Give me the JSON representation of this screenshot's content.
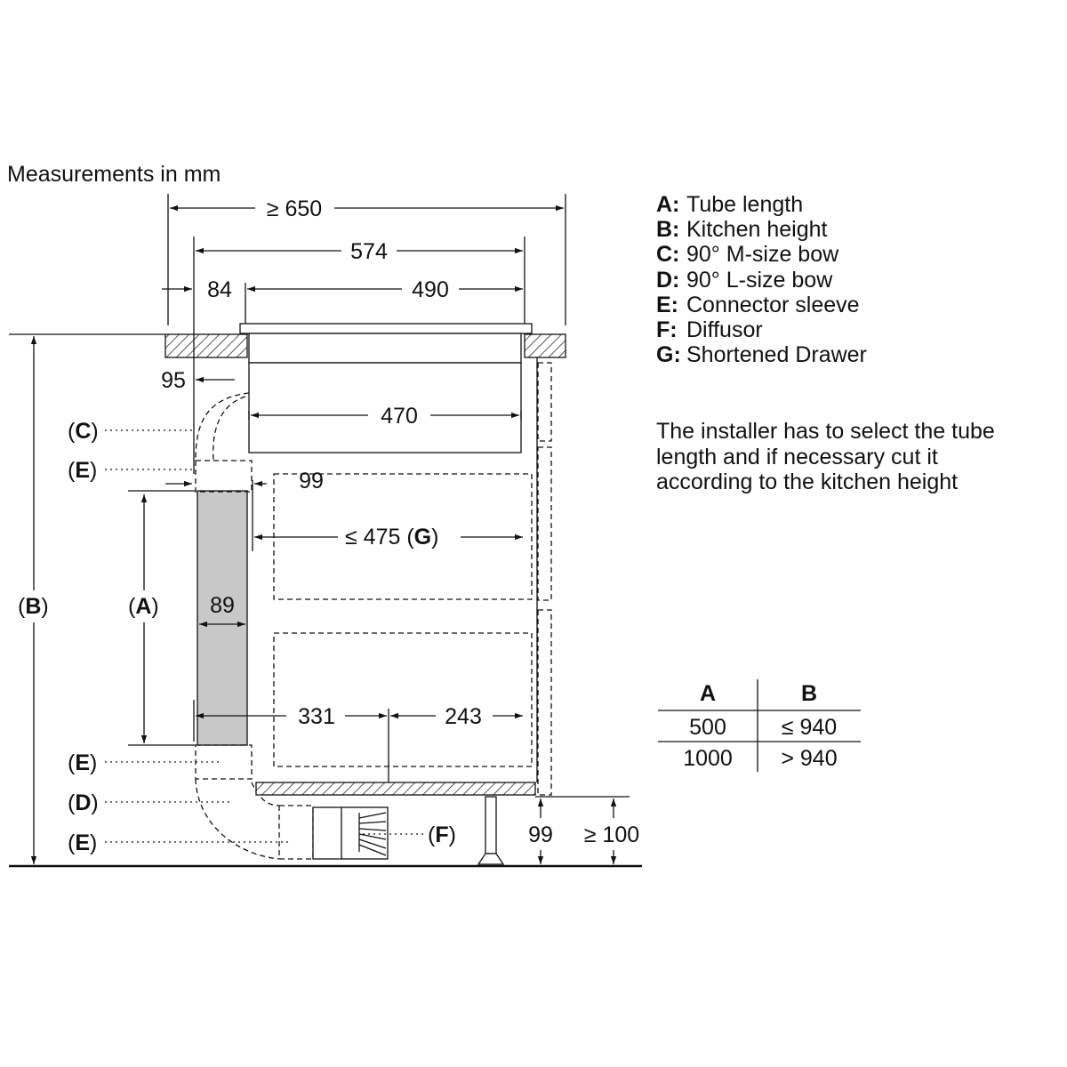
{
  "title": "Measurements in mm",
  "legend": [
    {
      "key": "A:",
      "text": "Tube length"
    },
    {
      "key": "B:",
      "text": "Kitchen height"
    },
    {
      "key": "C:",
      "text": "90° M-size bow"
    },
    {
      "key": "D:",
      "text": "90° L-size bow"
    },
    {
      "key": "E:",
      "text": "Connector sleeve"
    },
    {
      "key": "F:",
      "text": "Diffusor"
    },
    {
      "key": "G:",
      "text": "Shortened Drawer"
    }
  ],
  "note_lines": [
    "The installer has to select the tube",
    "length and if necessary cut it",
    "according to the kitchen height"
  ],
  "dimensions": {
    "overall_width": "≥ 650",
    "appliance_width": "574",
    "left_offset": "84",
    "body_width": "490",
    "duct_offset": "95",
    "drawer_width": "470",
    "sleeve_offset": "99",
    "shortened_drawer": "≤ 475",
    "duct_width": "89",
    "plinth_left": "331",
    "plinth_right": "243",
    "plinth_height": "99",
    "min_plinth_height": "≥ 100"
  },
  "labels": {
    "A": "A",
    "B": "B",
    "C": "C",
    "D": "D",
    "E": "E",
    "F": "F",
    "G": "G"
  },
  "table": {
    "headers": [
      "A",
      "B"
    ],
    "rows": [
      [
        "500",
        "≤ 940"
      ],
      [
        "1000",
        "> 940"
      ]
    ]
  }
}
